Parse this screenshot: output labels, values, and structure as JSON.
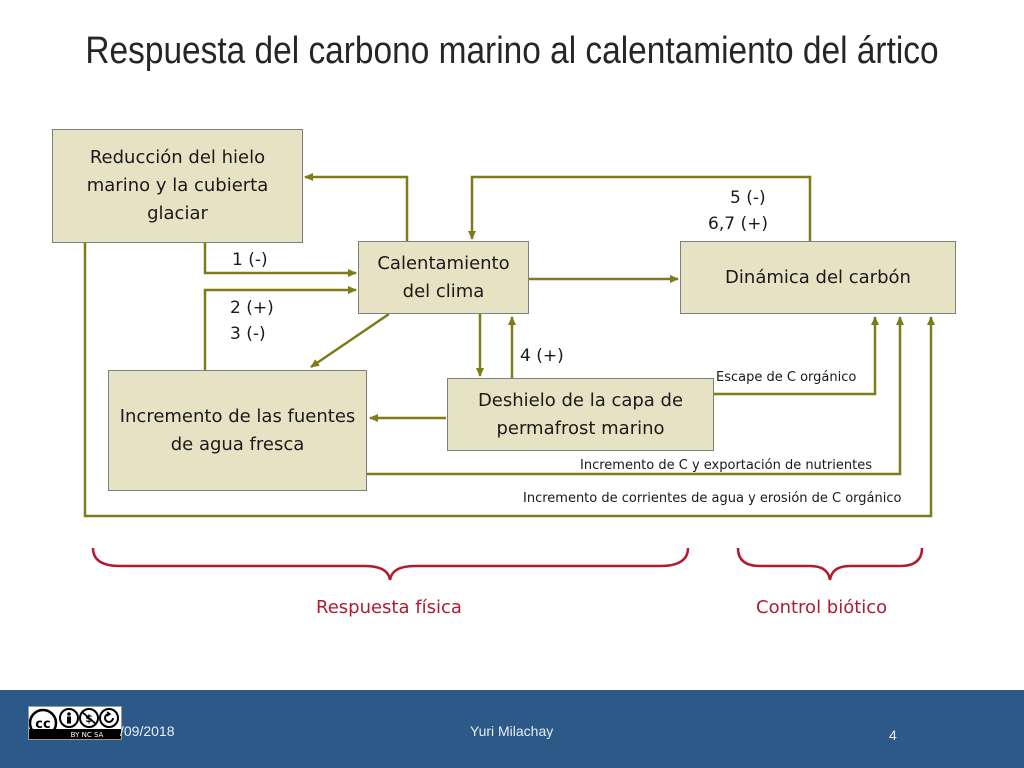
{
  "slide": {
    "title": "Respuesta del carbono marino al calentamiento del ártico",
    "page_number": "4"
  },
  "boxes": {
    "sea_ice": "Reducción del hielo marino y la cubierta glaciar",
    "warming": "Calentamiento del clima",
    "carbon": "Dinámica del carbón",
    "freshwater": "Incremento de las fuentes de agua fresca",
    "permafrost": "Deshielo de la capa de permafrost marino"
  },
  "labels": {
    "l1": "1  (-)",
    "l2": "2  (+)",
    "l3": "3  (-)",
    "l4": "4  (+)",
    "l5": "5 (-)",
    "l67": "6,7 (+)",
    "escape": "Escape de C orgánico",
    "export": "Incremento de C y exportación de nutrientes",
    "erosion": "Incremento de corrientes de agua y erosión de C orgánico"
  },
  "categories": {
    "physical": "Respuesta física",
    "biotic": "Control biótico"
  },
  "footer": {
    "date": "/09/2018",
    "author": "Yuri Milachay",
    "license_icon": "creative-commons-by-nc-sa-icon",
    "license_text": "BY  NC  SA"
  },
  "colors": {
    "arrow": "#7f7a1a",
    "box_fill": "#e6e3c4",
    "brace": "#b01c2e",
    "footer": "#2c5987"
  }
}
